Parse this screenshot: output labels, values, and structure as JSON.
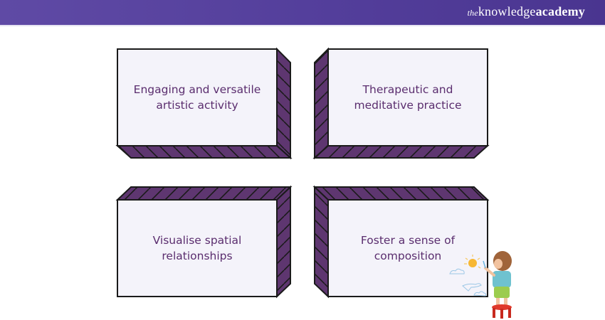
{
  "header": {
    "brand_the": "the",
    "brand_knowledge": "knowledge",
    "brand_academy": "academy",
    "background": "#5a45a0"
  },
  "colors": {
    "box_face": "#f4f3fa",
    "box_side": "#5e3670",
    "box_outline": "#1a1a1a",
    "text": "#5a2d6e"
  },
  "boxes": [
    {
      "id": "top-left",
      "label": "Engaging and versatile artistic activity",
      "line1": "Engaging and versatile",
      "line2": "artistic activity"
    },
    {
      "id": "top-right",
      "label": "Therapeutic and meditative practice",
      "line1": "Therapeutic and",
      "line2": "meditative practice"
    },
    {
      "id": "bottom-left",
      "label": "Visualise spatial relationships",
      "line1": "Visualise spatial",
      "line2": "relationships"
    },
    {
      "id": "bottom-right",
      "label": "Foster a sense of composition",
      "line1": "Foster a sense of",
      "line2": "composition"
    }
  ],
  "illustration": {
    "name": "child-painting-on-board"
  }
}
